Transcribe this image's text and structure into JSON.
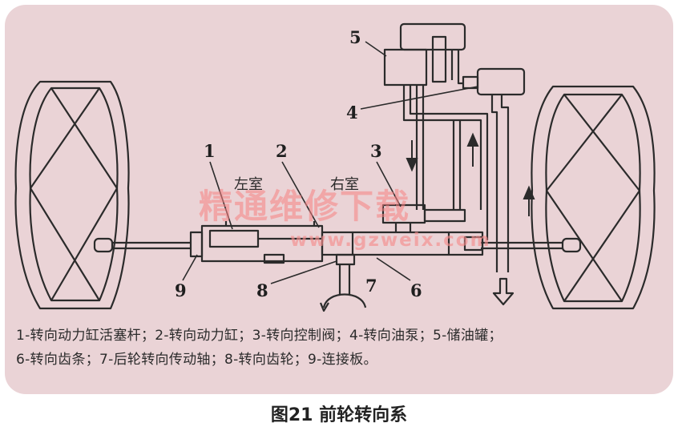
{
  "diagram": {
    "part_numbers": [
      "1",
      "2",
      "3",
      "4",
      "5",
      "6",
      "7",
      "8",
      "9"
    ],
    "chamber_labels": {
      "left": "左室",
      "right": "右室"
    },
    "watermark": {
      "chinese": "精通维修下载",
      "url": "www.gzweix.com"
    }
  },
  "legend": {
    "line1": "1-转向动力缸活塞杆；2-转向动力缸；3-转向控制阀；4-转向油泵；5-储油罐；",
    "line2": "6-转向齿条；7-后轮转向传动轴；8-转向齿轮；9-连接板。"
  },
  "caption": "图21 前轮转向系",
  "colors": {
    "panel_background": "#ead3d6",
    "line_color": "#2b2b2b",
    "watermark_color": "#f28a8a"
  }
}
